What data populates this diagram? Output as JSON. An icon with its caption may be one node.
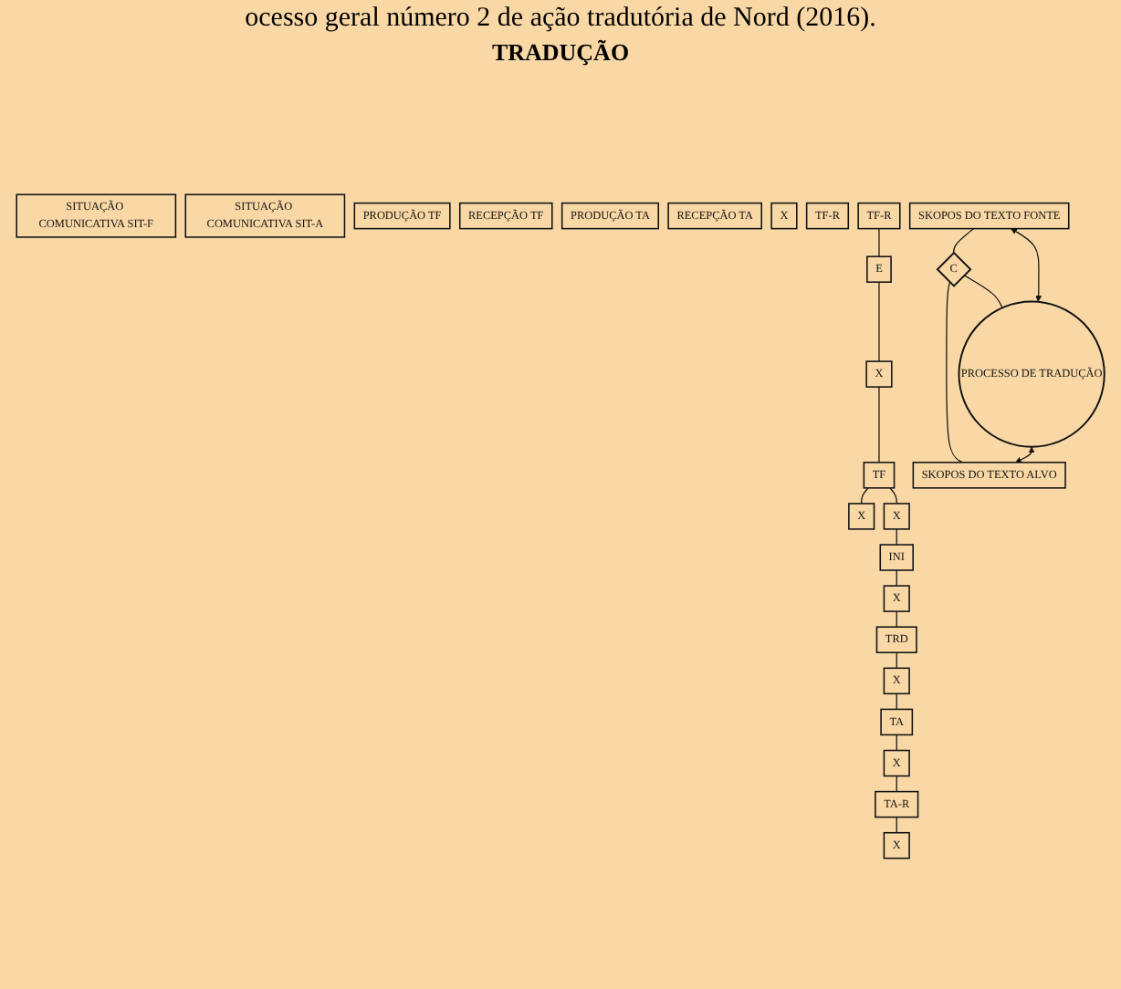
{
  "diagram": {
    "title": "ocesso geral número 2 de ação tradutória de Nord (2016).",
    "nodes": [
      {
        "text": [
          "SITUAÇÃO COMUNICATIVA SIT-F"
        ]
      },
      {
        "text": [
          "SITUAÇÃO COMUNICATIVA SIT-A"
        ]
      },
      {
        "text": [
          "PRODUÇÃO TF"
        ]
      },
      {
        "text": [
          "RECEPÇÃO TF"
        ]
      },
      {
        "text": [
          "PRODUÇÃO TA"
        ]
      },
      {
        "text": [
          "RECEPÇÃO TA"
        ]
      },
      {
        "text": [
          "X"
        ]
      },
      {
        "text": [
          "X"
        ]
      },
      {
        "text": [
          "TF-R"
        ]
      },
      {
        "text": [
          "TF-R"
        ]
      },
      {
        "text": [
          "E"
        ]
      },
      {
        "text": [
          "X"
        ]
      },
      {
        "text": [
          "TF"
        ]
      },
      {
        "text": [
          "X"
        ]
      },
      {
        "text": [
          "X"
        ]
      },
      {
        "text": [
          "TRD"
        ]
      },
      {
        "text": [
          "X"
        ]
      },
      {
        "text": [
          "TA"
        ]
      },
      {
        "text": [
          "X"
        ]
      },
      {
        "text": [
          "TA-R"
        ]
      },
      {
        "text": [
          "X"
        ]
      },
      {
        "text": [
          "INI"
        ]
      },
      {
        "text": [
          "SKOPOS DO TEXTO FONTE"
        ]
      },
      {
        "text": [
          "C"
        ]
      },
      {
        "text": [
          "SKOPOS DO TEXTO ALVO"
        ]
      },
      {
        "text": [
          "PROCESSO DE TRADUÇÃO"
        ]
      }
    ],
    "edges": [
      {
        "from": 9,
        "to": 10,
        "arrow": "none"
      },
      {
        "from": 10,
        "to": 11,
        "arrow": "none"
      },
      {
        "from": 11,
        "to": 12,
        "arrow": "none"
      },
      {
        "from": 12,
        "to": 6,
        "arrow": "none"
      },
      {
        "from": 12,
        "to": 13,
        "arrow": "none"
      },
      {
        "from": 13,
        "to": 21,
        "arrow": "none"
      },
      {
        "from": 21,
        "to": 14,
        "arrow": "none"
      },
      {
        "from": 14,
        "to": 15,
        "arrow": "none"
      },
      {
        "from": 15,
        "to": 16,
        "arrow": "none"
      },
      {
        "from": 16,
        "to": 17,
        "arrow": "none"
      },
      {
        "from": 17,
        "to": 18,
        "arrow": "none"
      },
      {
        "from": 18,
        "to": 19,
        "arrow": "none"
      },
      {
        "from": 19,
        "to": 20,
        "arrow": "none"
      },
      {
        "from": 22,
        "to": 23,
        "arrow": "none"
      },
      {
        "from": 23,
        "to": 24,
        "arrow": "none"
      },
      {
        "from": 23,
        "to": 25,
        "arrow": "none"
      },
      {
        "from": 25,
        "to": 22,
        "arrow": "both"
      },
      {
        "from": 25,
        "to": 24,
        "arrow": "both"
      }
    ],
    "labels": [
      "TRADUÇÃO"
    ]
  }
}
